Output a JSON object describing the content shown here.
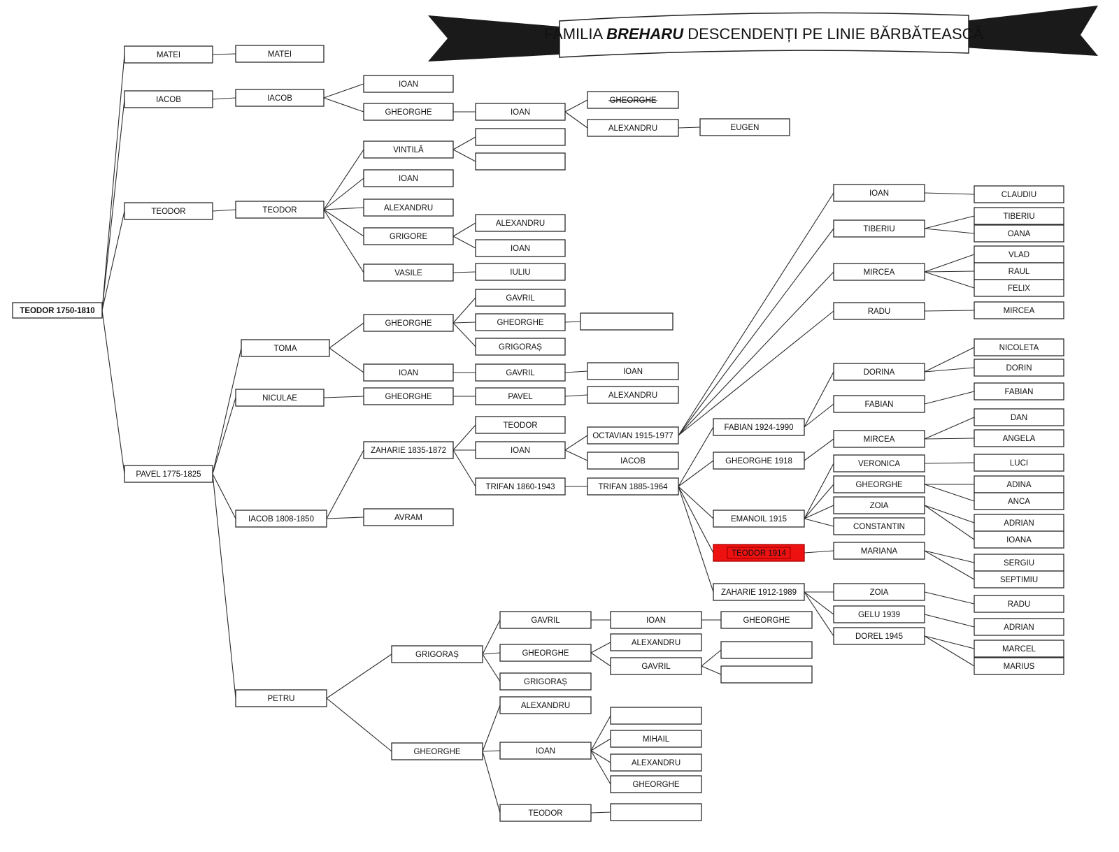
{
  "banner": {
    "prefix": "FAMILIA ",
    "emphasis": "BREHARU",
    "suffix": " DESCENDENȚI PE LINIE BĂRBĂTEASCĂ"
  },
  "colors": {
    "highlight": "#ee1111",
    "line": "#2a2a2a"
  },
  "nodes": [
    {
      "id": "n_root",
      "label": "TEODOR   1750-1810",
      "root": true
    },
    {
      "id": "n_matei",
      "label": "MATEI"
    },
    {
      "id": "n_matei2",
      "label": "MATEI"
    },
    {
      "id": "n_iacob",
      "label": "IACOB"
    },
    {
      "id": "n_iacob2",
      "label": "IACOB"
    },
    {
      "id": "n_ioan_a",
      "label": "IOAN"
    },
    {
      "id": "n_gh_a",
      "label": "GHEORGHE"
    },
    {
      "id": "n_ioan_b",
      "label": "IOAN"
    },
    {
      "id": "n_gh_struck",
      "label": "GHEORGHE",
      "struck": true
    },
    {
      "id": "n_alex_a",
      "label": "ALEXANDRU"
    },
    {
      "id": "n_eugen",
      "label": "EUGEN"
    },
    {
      "id": "n_teodor1",
      "label": "TEODOR"
    },
    {
      "id": "n_teodor2",
      "label": "TEODOR"
    },
    {
      "id": "n_vintila",
      "label": "VINTILĂ"
    },
    {
      "id": "n_vint_c1",
      "label": ""
    },
    {
      "id": "n_vint_c2",
      "label": ""
    },
    {
      "id": "n_ioan_c",
      "label": "IOAN"
    },
    {
      "id": "n_alex_b",
      "label": "ALEXANDRU"
    },
    {
      "id": "n_grigore",
      "label": "GRIGORE"
    },
    {
      "id": "n_alex_c",
      "label": "ALEXANDRU"
    },
    {
      "id": "n_ioan_d",
      "label": "IOAN"
    },
    {
      "id": "n_vasile",
      "label": "VASILE"
    },
    {
      "id": "n_iuliu",
      "label": "IULIU"
    },
    {
      "id": "n_pavel",
      "label": "PAVEL 1775-1825"
    },
    {
      "id": "n_toma",
      "label": "TOMA"
    },
    {
      "id": "n_gh_b",
      "label": "GHEORGHE"
    },
    {
      "id": "n_gavril_a",
      "label": "GAVRIL"
    },
    {
      "id": "n_gh_c",
      "label": "GHEORGHE"
    },
    {
      "id": "n_gh_c_child",
      "label": ""
    },
    {
      "id": "n_grigoras_a",
      "label": "GRIGORAȘ"
    },
    {
      "id": "n_ioan_e",
      "label": "IOAN"
    },
    {
      "id": "n_gavril_b",
      "label": "GAVRIL"
    },
    {
      "id": "n_ioan_f",
      "label": "IOAN"
    },
    {
      "id": "n_niculae",
      "label": "NICULAE"
    },
    {
      "id": "n_gh_d",
      "label": "GHEORGHE"
    },
    {
      "id": "n_pavel2",
      "label": "PAVEL"
    },
    {
      "id": "n_alex_d",
      "label": "ALEXANDRU"
    },
    {
      "id": "n_iacob1808",
      "label": "IACOB 1808-1850"
    },
    {
      "id": "n_zaharie1835",
      "label": "ZAHARIE 1835-1872"
    },
    {
      "id": "n_avram",
      "label": "AVRAM"
    },
    {
      "id": "n_teodor3",
      "label": "TEODOR"
    },
    {
      "id": "n_ioan_g",
      "label": "IOAN"
    },
    {
      "id": "n_octavian",
      "label": "OCTAVIAN 1915-1977"
    },
    {
      "id": "n_iacob3",
      "label": "IACOB"
    },
    {
      "id": "n_trifan1860",
      "label": "TRIFAN 1860-1943"
    },
    {
      "id": "n_trifan1885",
      "label": "TRIFAN 1885-1964"
    },
    {
      "id": "n_ioan_r",
      "label": "IOAN"
    },
    {
      "id": "n_claudiu",
      "label": "CLAUDIU"
    },
    {
      "id": "n_tiberiu",
      "label": "TIBERIU"
    },
    {
      "id": "n_tiberiu2",
      "label": "TIBERIU"
    },
    {
      "id": "n_oana",
      "label": "OANA"
    },
    {
      "id": "n_mircea_a",
      "label": "MIRCEA"
    },
    {
      "id": "n_vlad",
      "label": "VLAD"
    },
    {
      "id": "n_raul",
      "label": "RAUL"
    },
    {
      "id": "n_felix",
      "label": "FELIX"
    },
    {
      "id": "n_radu_a",
      "label": "RADU"
    },
    {
      "id": "n_mircea_b",
      "label": "MIRCEA"
    },
    {
      "id": "n_fabian1924",
      "label": "FABIAN 1924-1990"
    },
    {
      "id": "n_dorina",
      "label": "DORINA"
    },
    {
      "id": "n_nicoleta",
      "label": "NICOLETA"
    },
    {
      "id": "n_dorin",
      "label": "DORIN"
    },
    {
      "id": "n_fabian",
      "label": "FABIAN"
    },
    {
      "id": "n_fabian2",
      "label": "FABIAN"
    },
    {
      "id": "n_gh1918",
      "label": "GHEORGHE 1918"
    },
    {
      "id": "n_mircea_c",
      "label": "MIRCEA"
    },
    {
      "id": "n_dan",
      "label": "DAN"
    },
    {
      "id": "n_angela",
      "label": "ANGELA"
    },
    {
      "id": "n_emanoil",
      "label": "EMANOIL 1915"
    },
    {
      "id": "n_veronica",
      "label": "VERONICA"
    },
    {
      "id": "n_luci",
      "label": "LUCI"
    },
    {
      "id": "n_gh_e",
      "label": "GHEORGHE"
    },
    {
      "id": "n_adina",
      "label": "ADINA"
    },
    {
      "id": "n_anca",
      "label": "ANCA"
    },
    {
      "id": "n_zoia_a",
      "label": "ZOIA"
    },
    {
      "id": "n_adrian_a",
      "label": "ADRIAN"
    },
    {
      "id": "n_ioana",
      "label": "IOANA"
    },
    {
      "id": "n_constantin",
      "label": "CONSTANTIN"
    },
    {
      "id": "n_teodor1914",
      "label": "TEODOR 1914",
      "highlight": true
    },
    {
      "id": "n_mariana",
      "label": "MARIANA"
    },
    {
      "id": "n_sergiu",
      "label": "SERGIU"
    },
    {
      "id": "n_septimiu",
      "label": "SEPTIMIU"
    },
    {
      "id": "n_zaharie1912",
      "label": "ZAHARIE 1912-1989"
    },
    {
      "id": "n_zoia_b",
      "label": "ZOIA"
    },
    {
      "id": "n_radu_b",
      "label": "RADU"
    },
    {
      "id": "n_gelu",
      "label": "GELU 1939"
    },
    {
      "id": "n_adrian_b",
      "label": "ADRIAN"
    },
    {
      "id": "n_dorel",
      "label": "DOREL 1945"
    },
    {
      "id": "n_marcel",
      "label": "MARCEL"
    },
    {
      "id": "n_marius",
      "label": "MARIUS"
    },
    {
      "id": "n_petru",
      "label": "PETRU"
    },
    {
      "id": "n_grigoras_b",
      "label": "GRIGORAȘ"
    },
    {
      "id": "n_gavril_c",
      "label": "GAVRIL"
    },
    {
      "id": "n_ioan_h",
      "label": "IOAN"
    },
    {
      "id": "n_gh_f",
      "label": "GHEORGHE"
    },
    {
      "id": "n_gh_g",
      "label": "GHEORGHE"
    },
    {
      "id": "n_alex_e",
      "label": "ALEXANDRU"
    },
    {
      "id": "n_gavril_d",
      "label": "GAVRIL"
    },
    {
      "id": "n_gav_c1",
      "label": ""
    },
    {
      "id": "n_gav_c2",
      "label": ""
    },
    {
      "id": "n_grigoras_c",
      "label": "GRIGORAȘ"
    },
    {
      "id": "n_gh_h",
      "label": "GHEORGHE"
    },
    {
      "id": "n_alex_f",
      "label": "ALEXANDRU"
    },
    {
      "id": "n_ioan_i",
      "label": "IOAN"
    },
    {
      "id": "n_ioan_i_c1",
      "label": ""
    },
    {
      "id": "n_mihail",
      "label": "MIHAIL"
    },
    {
      "id": "n_alex_g",
      "label": "ALEXANDRU"
    },
    {
      "id": "n_gh_i",
      "label": "GHEORGHE"
    },
    {
      "id": "n_teodor4",
      "label": "TEODOR"
    },
    {
      "id": "n_teodor4_c",
      "label": ""
    }
  ],
  "edges": [
    [
      "n_root",
      "n_matei"
    ],
    [
      "n_root",
      "n_iacob"
    ],
    [
      "n_root",
      "n_teodor1"
    ],
    [
      "n_root",
      "n_pavel"
    ],
    [
      "n_matei",
      "n_matei2"
    ],
    [
      "n_iacob",
      "n_iacob2"
    ],
    [
      "n_iacob2",
      "n_ioan_a"
    ],
    [
      "n_iacob2",
      "n_gh_a"
    ],
    [
      "n_gh_a",
      "n_ioan_b"
    ],
    [
      "n_ioan_b",
      "n_gh_struck"
    ],
    [
      "n_ioan_b",
      "n_alex_a"
    ],
    [
      "n_alex_a",
      "n_eugen"
    ],
    [
      "n_teodor1",
      "n_teodor2"
    ],
    [
      "n_teodor2",
      "n_vintila"
    ],
    [
      "n_teodor2",
      "n_ioan_c"
    ],
    [
      "n_teodor2",
      "n_alex_b"
    ],
    [
      "n_teodor2",
      "n_grigore"
    ],
    [
      "n_teodor2",
      "n_vasile"
    ],
    [
      "n_vintila",
      "n_vint_c1"
    ],
    [
      "n_vintila",
      "n_vint_c2"
    ],
    [
      "n_grigore",
      "n_alex_c"
    ],
    [
      "n_grigore",
      "n_ioan_d"
    ],
    [
      "n_vasile",
      "n_iuliu"
    ],
    [
      "n_pavel",
      "n_toma"
    ],
    [
      "n_pavel",
      "n_niculae"
    ],
    [
      "n_pavel",
      "n_iacob1808"
    ],
    [
      "n_pavel",
      "n_petru"
    ],
    [
      "n_toma",
      "n_gh_b"
    ],
    [
      "n_toma",
      "n_ioan_e"
    ],
    [
      "n_gh_b",
      "n_gavril_a"
    ],
    [
      "n_gh_b",
      "n_gh_c"
    ],
    [
      "n_gh_b",
      "n_grigoras_a"
    ],
    [
      "n_gh_c",
      "n_gh_c_child"
    ],
    [
      "n_ioan_e",
      "n_gavril_b"
    ],
    [
      "n_gavril_b",
      "n_ioan_f"
    ],
    [
      "n_niculae",
      "n_gh_d"
    ],
    [
      "n_gh_d",
      "n_pavel2"
    ],
    [
      "n_pavel2",
      "n_alex_d"
    ],
    [
      "n_iacob1808",
      "n_zaharie1835"
    ],
    [
      "n_iacob1808",
      "n_avram"
    ],
    [
      "n_zaharie1835",
      "n_teodor3"
    ],
    [
      "n_zaharie1835",
      "n_ioan_g"
    ],
    [
      "n_zaharie1835",
      "n_trifan1860"
    ],
    [
      "n_ioan_g",
      "n_octavian"
    ],
    [
      "n_ioan_g",
      "n_iacob3"
    ],
    [
      "n_trifan1860",
      "n_trifan1885"
    ],
    [
      "n_trifan1885",
      "n_fabian1924"
    ],
    [
      "n_trifan1885",
      "n_gh1918"
    ],
    [
      "n_trifan1885",
      "n_emanoil"
    ],
    [
      "n_trifan1885",
      "n_teodor1914"
    ],
    [
      "n_trifan1885",
      "n_zaharie1912"
    ],
    [
      "n_octavian",
      "n_ioan_r"
    ],
    [
      "n_octavian",
      "n_tiberiu"
    ],
    [
      "n_octavian",
      "n_mircea_a"
    ],
    [
      "n_octavian",
      "n_radu_a"
    ],
    [
      "n_ioan_r",
      "n_claudiu"
    ],
    [
      "n_tiberiu",
      "n_tiberiu2"
    ],
    [
      "n_tiberiu",
      "n_oana"
    ],
    [
      "n_mircea_a",
      "n_vlad"
    ],
    [
      "n_mircea_a",
      "n_raul"
    ],
    [
      "n_mircea_a",
      "n_felix"
    ],
    [
      "n_radu_a",
      "n_mircea_b"
    ],
    [
      "n_fabian1924",
      "n_dorina"
    ],
    [
      "n_fabian1924",
      "n_fabian"
    ],
    [
      "n_dorina",
      "n_nicoleta"
    ],
    [
      "n_dorina",
      "n_dorin"
    ],
    [
      "n_fabian",
      "n_fabian2"
    ],
    [
      "n_gh1918",
      "n_mircea_c"
    ],
    [
      "n_mircea_c",
      "n_dan"
    ],
    [
      "n_mircea_c",
      "n_angela"
    ],
    [
      "n_emanoil",
      "n_veronica"
    ],
    [
      "n_emanoil",
      "n_gh_e"
    ],
    [
      "n_emanoil",
      "n_zoia_a"
    ],
    [
      "n_emanoil",
      "n_constantin"
    ],
    [
      "n_veronica",
      "n_luci"
    ],
    [
      "n_gh_e",
      "n_adina"
    ],
    [
      "n_gh_e",
      "n_anca"
    ],
    [
      "n_zoia_a",
      "n_adrian_a"
    ],
    [
      "n_zoia_a",
      "n_ioana"
    ],
    [
      "n_teodor1914",
      "n_mariana"
    ],
    [
      "n_mariana",
      "n_sergiu"
    ],
    [
      "n_mariana",
      "n_septimiu"
    ],
    [
      "n_zaharie1912",
      "n_zoia_b"
    ],
    [
      "n_zaharie1912",
      "n_gelu"
    ],
    [
      "n_zaharie1912",
      "n_dorel"
    ],
    [
      "n_zoia_b",
      "n_radu_b"
    ],
    [
      "n_gelu",
      "n_adrian_b"
    ],
    [
      "n_dorel",
      "n_marcel"
    ],
    [
      "n_dorel",
      "n_marius"
    ],
    [
      "n_petru",
      "n_grigoras_b"
    ],
    [
      "n_petru",
      "n_gh_h"
    ],
    [
      "n_grigoras_b",
      "n_gavril_c"
    ],
    [
      "n_grigoras_b",
      "n_gh_g"
    ],
    [
      "n_grigoras_b",
      "n_grigoras_c"
    ],
    [
      "n_gavril_c",
      "n_ioan_h"
    ],
    [
      "n_ioan_h",
      "n_gh_f"
    ],
    [
      "n_gh_g",
      "n_alex_e"
    ],
    [
      "n_gh_g",
      "n_gavril_d"
    ],
    [
      "n_gavril_d",
      "n_gav_c1"
    ],
    [
      "n_gavril_d",
      "n_gav_c2"
    ],
    [
      "n_gh_h",
      "n_alex_f"
    ],
    [
      "n_gh_h",
      "n_ioan_i"
    ],
    [
      "n_gh_h",
      "n_teodor4"
    ],
    [
      "n_ioan_i",
      "n_ioan_i_c1"
    ],
    [
      "n_ioan_i",
      "n_mihail"
    ],
    [
      "n_ioan_i",
      "n_alex_g"
    ],
    [
      "n_ioan_i",
      "n_gh_i"
    ],
    [
      "n_teodor4",
      "n_teodor4_c"
    ]
  ]
}
